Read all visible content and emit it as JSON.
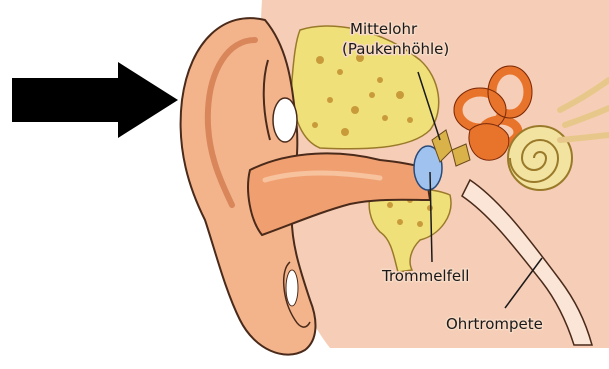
{
  "labels": {
    "middle_ear_line1": "Mittelohr",
    "middle_ear_line2": "(Paukenhöhle)",
    "eardrum": "Trommelfell",
    "eustachian_tube": "Ohrtrompete"
  },
  "colors": {
    "arrow": "#000000",
    "background_panel": "#f6cdb6",
    "skin": "#f3b48c",
    "skin_shadow": "#d9865b",
    "canal": "#f0a070",
    "bone": "#efe07a",
    "bone_spots": "#c89a3a",
    "eardrum": "#9fc3ee",
    "ossicles": "#e8732a",
    "cochlea": "#f2e3a0",
    "outline": "#4a2a1a"
  },
  "icons": {
    "pointer": "right-arrow-icon"
  }
}
